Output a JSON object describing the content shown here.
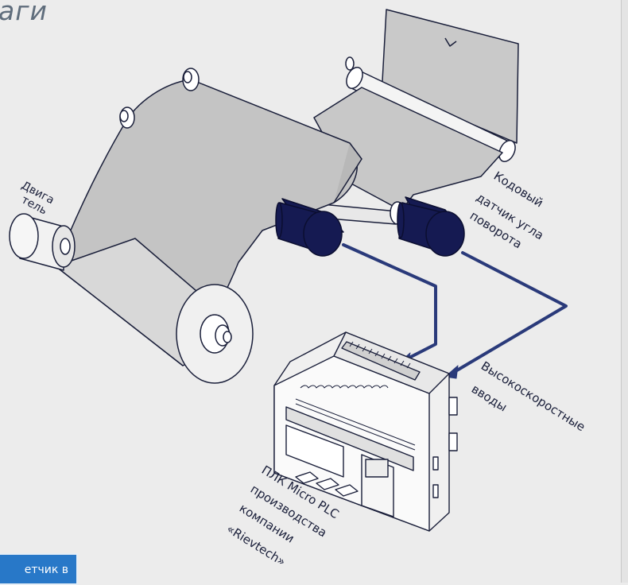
{
  "heading": "аги",
  "labels": {
    "motor_line1": "Двига",
    "motor_line2": "тель",
    "encoder_line1": "Кодовый",
    "encoder_line2": "датчик угла",
    "encoder_line3": "поворота",
    "inputs_line1": "Высокоскоростные",
    "inputs_line2": "вводы",
    "plc_line1": "ПЛК Micro PLC",
    "plc_line2": "производства",
    "plc_line3": "компании",
    "plc_line4": "«Rievtech»"
  },
  "button_label": "етчик в",
  "colors": {
    "background": "#ececec",
    "outline": "#1a1f3a",
    "web": "#c8c8c8",
    "encoder": "#151a52",
    "arrow": "#2a3a7a",
    "button": "#2878c8"
  }
}
